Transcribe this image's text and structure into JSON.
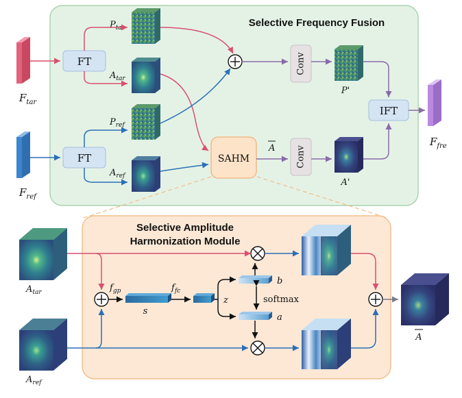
{
  "top_panel": {
    "title": "Selective Frequency Fusion",
    "input_tar": "F",
    "input_tar_sub": "tar",
    "input_ref": "F",
    "input_ref_sub": "ref",
    "output": "F",
    "output_sub": "fre",
    "ft_label": "FT",
    "ift_label": "IFT",
    "conv_label": "Conv",
    "sahm_label": "SAHM",
    "p_tar": "P",
    "p_tar_sub": "tar",
    "a_tar": "A",
    "a_tar_sub": "tar",
    "p_ref": "P",
    "p_ref_sub": "ref",
    "a_ref": "A",
    "a_ref_sub": "ref",
    "a_bar": "A",
    "p_prime": "P'",
    "a_prime": "A'",
    "plus_symbol": "+"
  },
  "bottom_panel": {
    "title_line1": "Selective Amplitude",
    "title_line2": "Harmonization Module",
    "in_tar": "A",
    "in_tar_sub": "tar",
    "in_ref": "A",
    "in_ref_sub": "ref",
    "out": "A",
    "f_gp": "f",
    "f_gp_sub": "gp",
    "f_fc": "f",
    "f_fc_sub": "fc",
    "s": "s",
    "z": "z",
    "b": "b",
    "a": "a",
    "softmax": "softmax",
    "times_symbol": "×",
    "plus_symbol": "+"
  },
  "colors": {
    "panel_green": "#e4f2e6",
    "panel_green_border": "#a9d3ae",
    "panel_peach": "#fde8d6",
    "panel_peach_border": "#f2c08e",
    "arrow_pink": "#d94f6f",
    "arrow_blue": "#2b6fb5",
    "arrow_purple": "#8a6aa8",
    "arrow_gray": "#7a7a8a",
    "box_blue": "#d5e4f3",
    "box_gray": "#e6e2e4",
    "sahm_fill": "#fde3c8",
    "tar_red": "#e2637e",
    "ref_blue": "#3c86cf",
    "out_purple": "#b98ae0"
  }
}
